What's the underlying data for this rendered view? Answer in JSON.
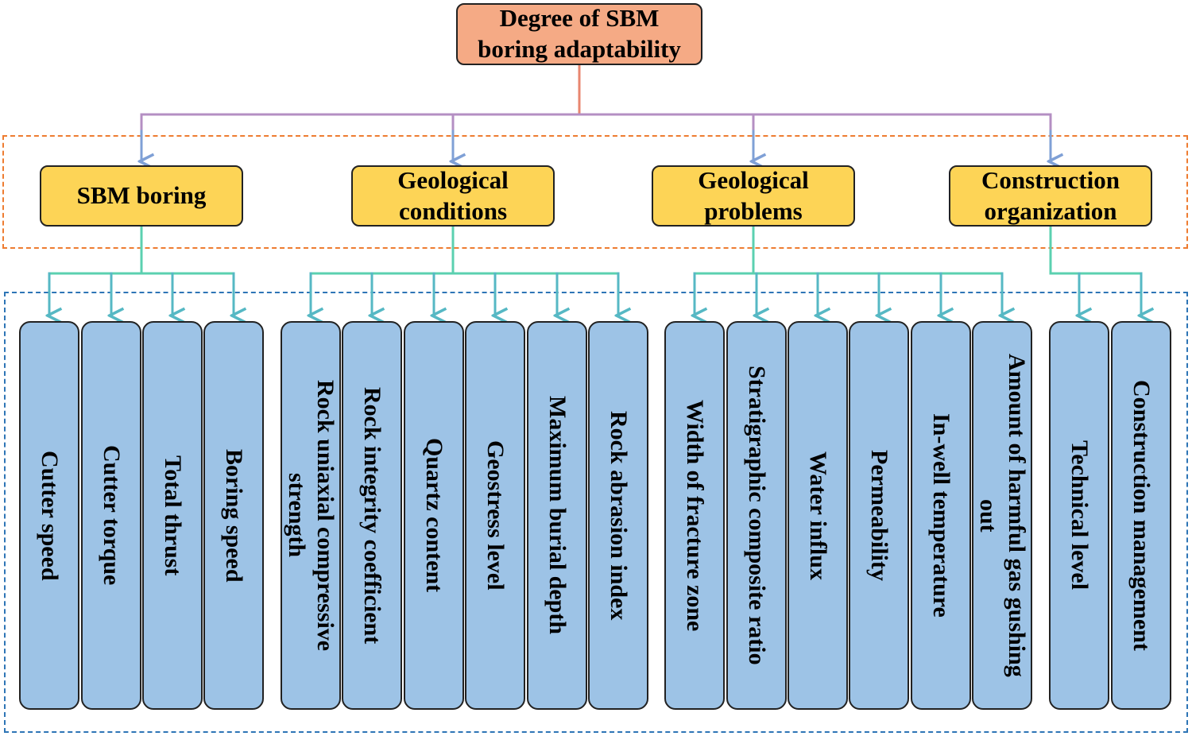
{
  "root": {
    "label_line1": "Degree of SBM",
    "label_line2": "boring adaptability"
  },
  "categories": [
    {
      "line1": "SBM boring",
      "line2": ""
    },
    {
      "line1": "Geological",
      "line2": "conditions"
    },
    {
      "line1": "Geological",
      "line2": "problems"
    },
    {
      "line1": "Construction",
      "line2": "organization"
    }
  ],
  "leaves": [
    {
      "label": "Cutter speed",
      "group": 0
    },
    {
      "label": "Cutter torque",
      "group": 0
    },
    {
      "label": "Total thrust",
      "group": 0
    },
    {
      "label": "Boring speed",
      "group": 0
    },
    {
      "label": "Rock uniaxial compressive\nstrength",
      "group": 1
    },
    {
      "label": "Rock integrity coefficient",
      "group": 1
    },
    {
      "label": "Quartz content",
      "group": 1
    },
    {
      "label": "Geostress level",
      "group": 1
    },
    {
      "label": "Maximum burial depth",
      "group": 1
    },
    {
      "label": "Rock abrasion index",
      "group": 1
    },
    {
      "label": "Width of fracture zone",
      "group": 2
    },
    {
      "label": "Stratigraphic composite ratio",
      "group": 2
    },
    {
      "label": "Water influx",
      "group": 2
    },
    {
      "label": "Permeability",
      "group": 2
    },
    {
      "label": "In-well temperature",
      "group": 2
    },
    {
      "label": "Amount of harmful gas gushing\nout",
      "group": 2
    },
    {
      "label": "Technical level",
      "group": 3
    },
    {
      "label": "Construction management",
      "group": 3
    }
  ],
  "colors": {
    "root_fill": "#f5aa85",
    "category_fill": "#fdd456",
    "leaf_fill": "#9dc3e6",
    "root_connector": "#e8866f",
    "category_connector": "#b48fc3",
    "arrow_down": "#7fa0d6",
    "leaf_connector": "#5bd0b0",
    "orange_dash": "#ee7c31",
    "blue_dash": "#2e75b6"
  }
}
